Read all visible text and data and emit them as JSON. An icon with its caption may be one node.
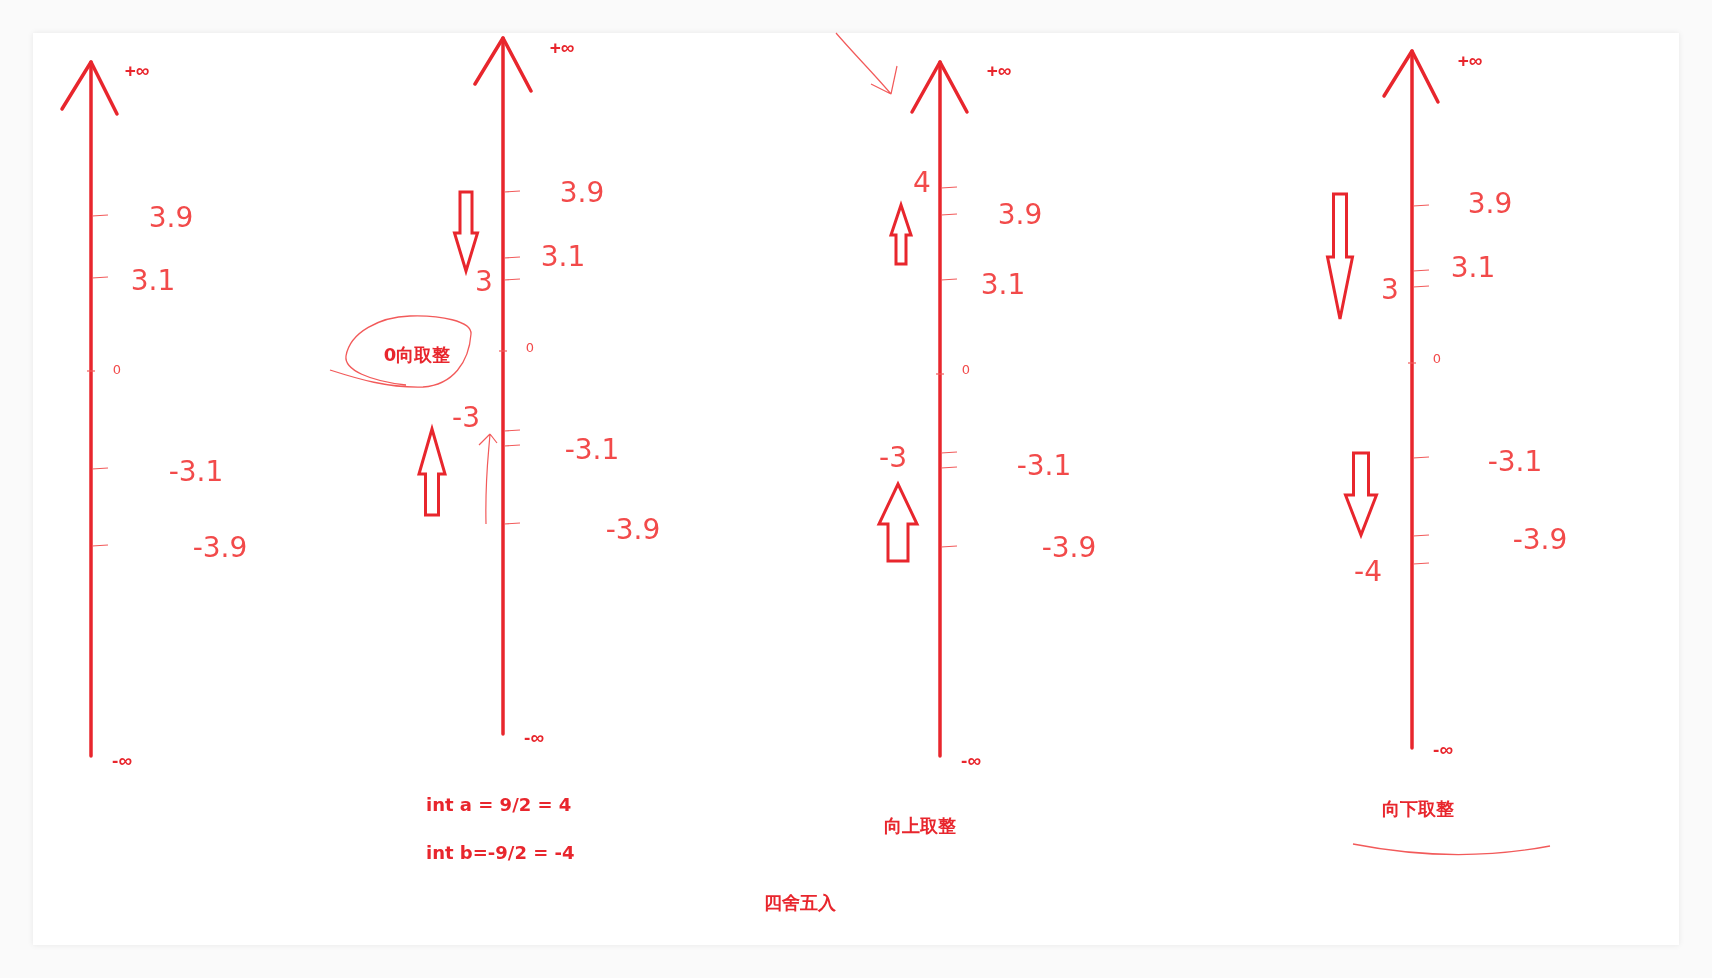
{
  "diagram": {
    "nodes": [
      {
        "text": [
          "0向取整"
        ]
      }
    ],
    "labels": [
      "+∞",
      "3.9",
      "3.1",
      "0",
      "-3.1",
      "-3.9",
      "-∞",
      "+∞",
      "3.9",
      "3.1",
      "3",
      "0",
      "-3",
      "-3.1",
      "-3.9",
      "-∞",
      "int a = 9/2 = 4",
      "int b=-9/2 = -4",
      "+∞",
      "4",
      "3.9",
      "3.1",
      "0",
      "-3",
      "-3.1",
      "-3.9",
      "-∞",
      "向上取整",
      "+∞",
      "3.9",
      "3.1",
      "3",
      "0",
      "-3.1",
      "-3.9",
      "-4",
      "-∞",
      "向下取整",
      "四舍五入"
    ]
  }
}
